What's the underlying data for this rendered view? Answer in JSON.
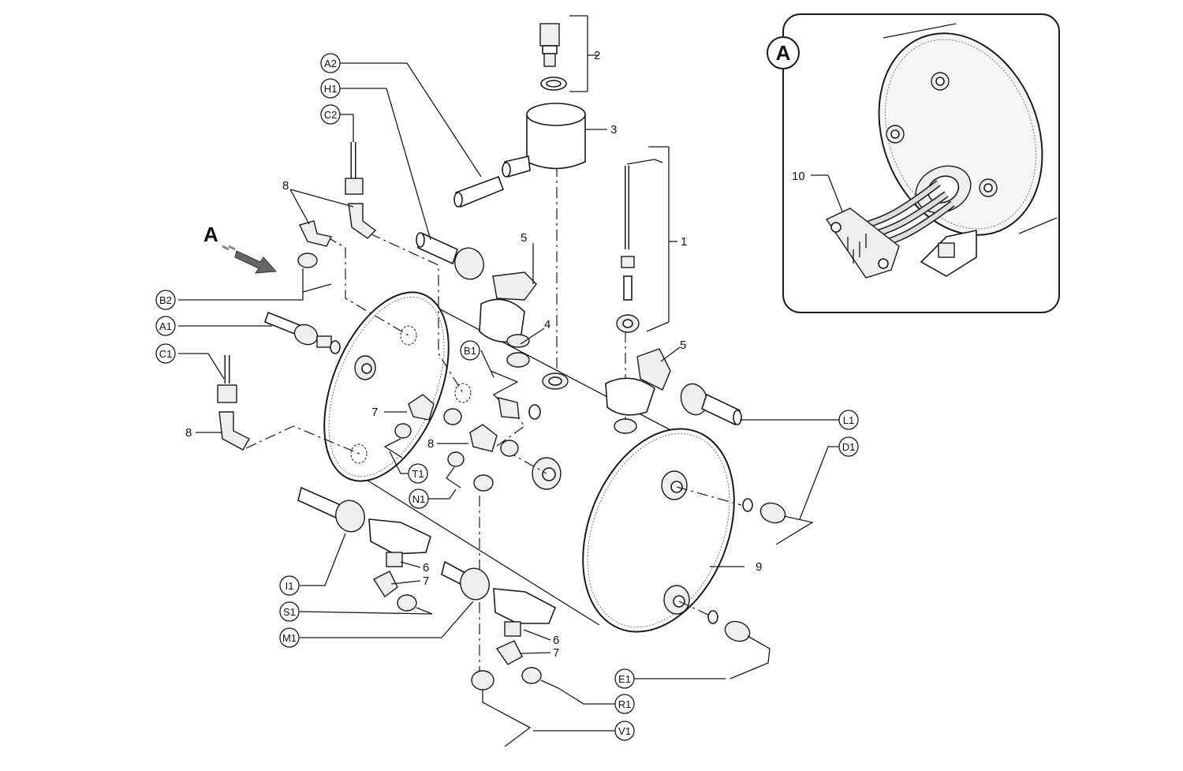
{
  "view_marker": "A",
  "detail": {
    "marker": "A",
    "part_labels": [
      "10"
    ]
  },
  "circled_labels": [
    "A2",
    "H1",
    "C2",
    "B2",
    "A1",
    "C1",
    "B1",
    "T1",
    "N1",
    "I1",
    "S1",
    "M1",
    "L1",
    "D1",
    "E1",
    "R1",
    "V1"
  ],
  "part_numbers": [
    "1",
    "2",
    "3",
    "4",
    "5",
    "5",
    "6",
    "6",
    "7",
    "7",
    "7",
    "8",
    "8",
    "8",
    "9"
  ]
}
